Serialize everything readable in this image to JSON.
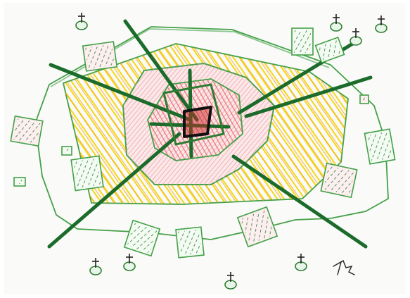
{
  "image": {
    "kind": "child crayon drawing",
    "colors": {
      "paper": "#ffffff",
      "sheet": "#fafaf8",
      "green_outline": "#43a047",
      "dark_green": "#1b6b2a",
      "yellow": "#f4d300",
      "orange": "#f3a51c",
      "red": "#e5575a",
      "pink": "#f1a3a8",
      "black": "#111111"
    },
    "elements": {
      "outer_boundary": "outer-polygon",
      "yellow_band": "yellow-hatched-pentagon",
      "red_core": "red-hatched-hexagon",
      "center_square": "black-square",
      "rays": "dark-green-radiating-lines",
      "plots": "small-green-rectangles",
      "crosses": "grave-cross-marks",
      "signature": "scribbled-signature"
    }
  }
}
